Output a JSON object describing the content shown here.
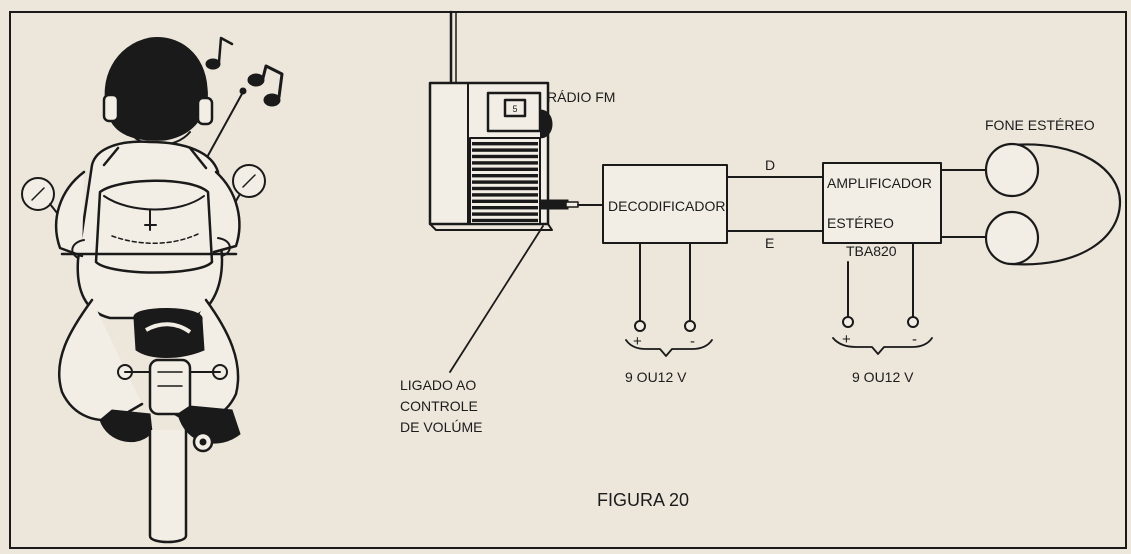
{
  "figure": {
    "caption": "FIGURA 20"
  },
  "labels": {
    "radio": "RÁDIO FM",
    "radio_dial": "5",
    "decoder": "DECODIFICADOR",
    "amp_line1": "AMPLIFICADOR",
    "amp_line2": "ESTÉREO",
    "amp_chip": "TBA820",
    "headphones": "FONE ESTÉREO",
    "channel_d": "D",
    "channel_e": "E",
    "volume_line1": "LIGADO AO",
    "volume_line2": "CONTROLE",
    "volume_line3": "DE VOLÚME",
    "supply_decoder": "9 OU12 V",
    "supply_amp": "9 OU12 V",
    "plus": "+",
    "minus": "-"
  }
}
